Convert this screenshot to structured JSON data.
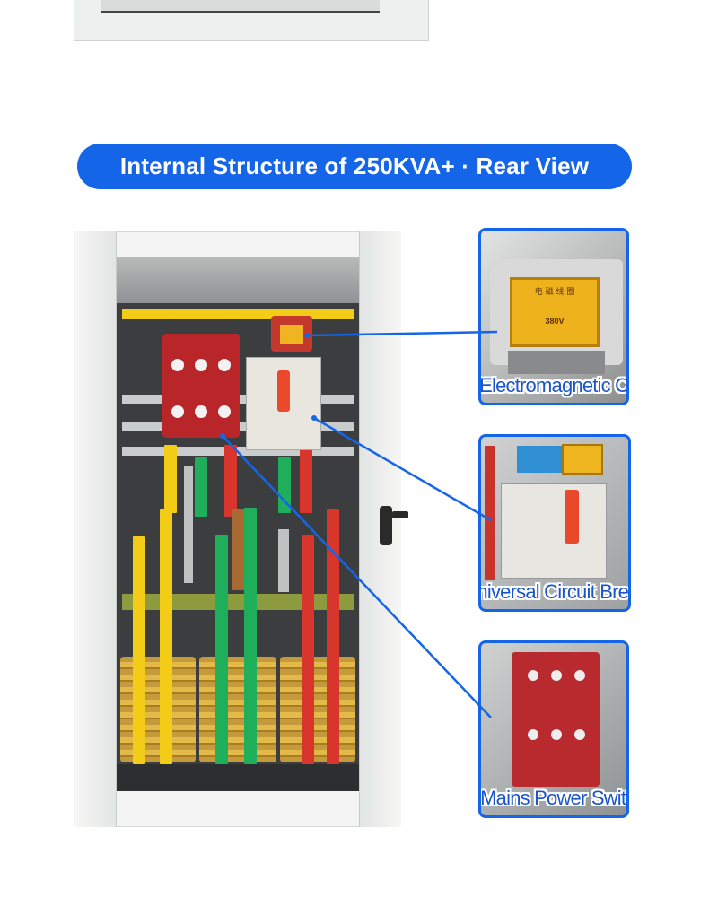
{
  "title": "Internal Structure of 250KVA+ · Rear View",
  "callouts": [
    {
      "label": "Electromagnetic Coil",
      "coil_text": [
        "电 磁 线 圈",
        "380V"
      ]
    },
    {
      "label": "Universal Circuit Breaker"
    },
    {
      "label": "Mains Power Switch"
    }
  ],
  "colors": {
    "accent": "#1565e9",
    "phase_yellow": "#f2cc17",
    "phase_green": "#1fae5a",
    "phase_red": "#d8352d"
  }
}
